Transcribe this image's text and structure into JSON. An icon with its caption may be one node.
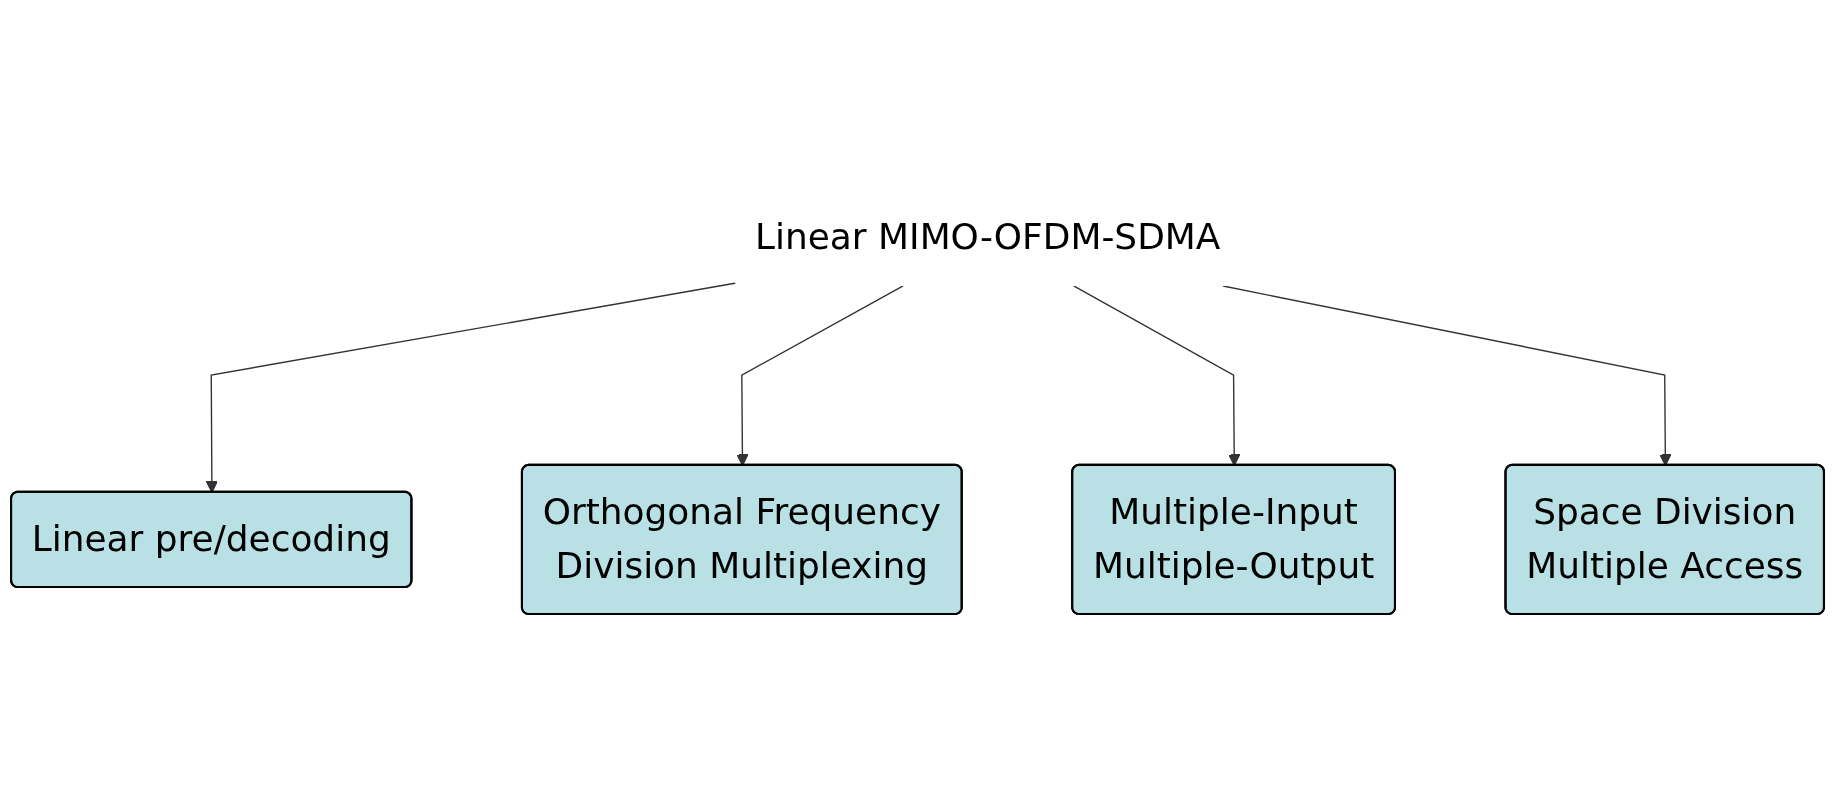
{
  "diagram": {
    "nodes": [
      {
        "text": [
          "Linear pre/decoding"
        ]
      },
      {
        "text": [
          "Orthogonal Frequency Division Multiplexing"
        ]
      },
      {
        "text": [
          "Linear MIMO-OFDM-SDMA"
        ]
      },
      {
        "text": [
          "Multiple-Input Multiple-Output"
        ]
      },
      {
        "text": [
          "Space Division Multiple Access"
        ]
      }
    ],
    "edges": [
      {
        "from": 2,
        "to": 0,
        "arrow": "to"
      },
      {
        "from": 2,
        "to": 1,
        "arrow": "to"
      },
      {
        "from": 2,
        "to": 3,
        "arrow": "to"
      },
      {
        "from": 2,
        "to": 4,
        "arrow": "to"
      }
    ]
  }
}
